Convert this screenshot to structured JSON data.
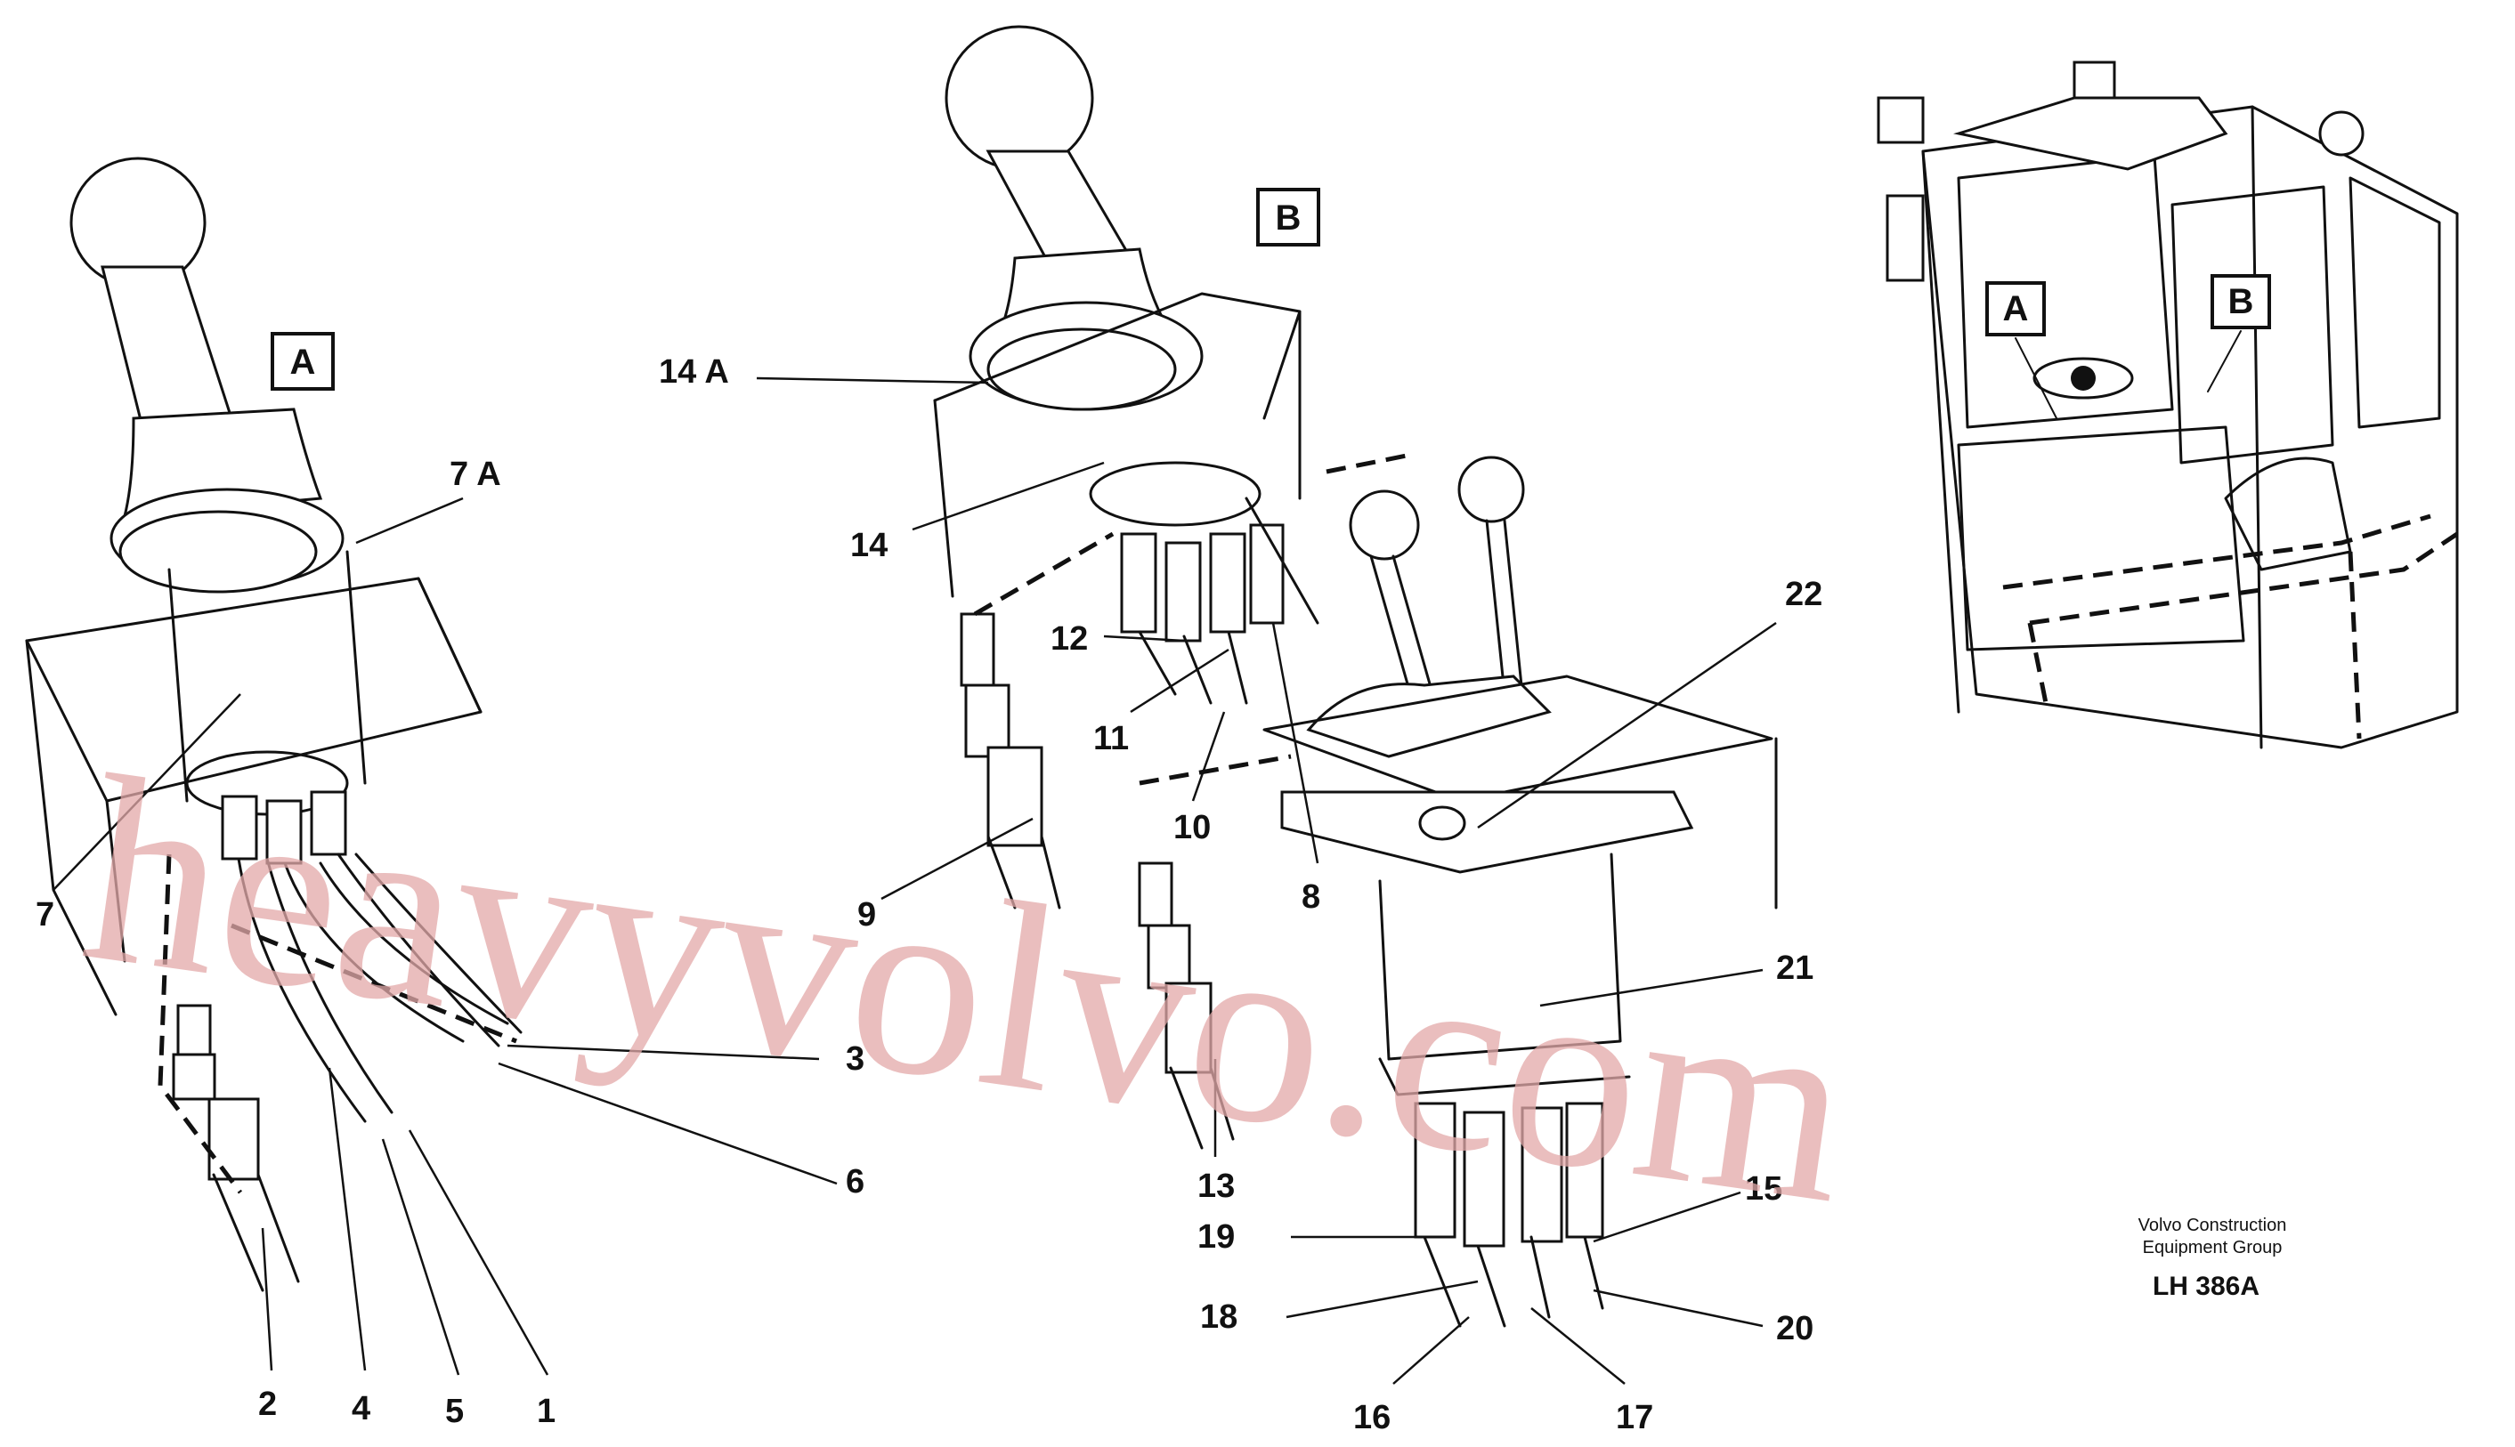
{
  "diagram": {
    "view_labels": {
      "a": "A",
      "b": "B",
      "cab_a": "A",
      "cab_b": "B"
    },
    "callouts": {
      "c1": "1",
      "c2": "2",
      "c3": "3",
      "c4": "4",
      "c5": "5",
      "c6": "6",
      "c7": "7",
      "c7a": "7 A",
      "c8": "8",
      "c9": "9",
      "c10": "10",
      "c11": "11",
      "c12": "12",
      "c13": "13",
      "c14": "14",
      "c14a": "14 A",
      "c15": "15",
      "c16": "16",
      "c17": "17",
      "c18": "18",
      "c19": "19",
      "c20": "20",
      "c21": "21",
      "c22": "22"
    },
    "credit": {
      "line1": "Volvo Construction",
      "line2": "Equipment Group"
    },
    "drawing_code": "LH 386A",
    "watermark": "heavyvolvo.com",
    "colors": {
      "ink": "#111111",
      "watermark": "#e3a9a9",
      "background": "#ffffff"
    }
  }
}
